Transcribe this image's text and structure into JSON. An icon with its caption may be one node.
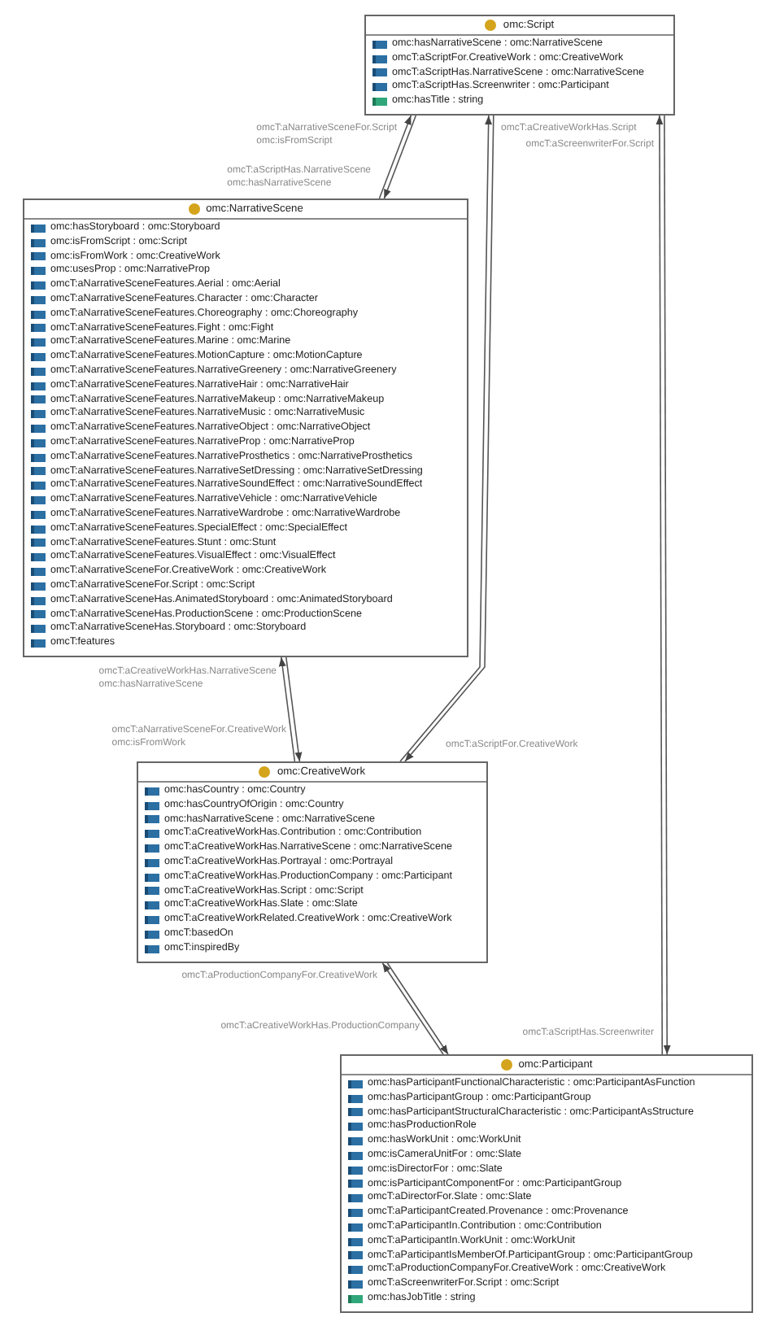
{
  "diagram": {
    "nodes": [
      {
        "text": [
          "omc:Script",
          "omc:hasNarrativeScene : omc:NarrativeScene",
          "omcT:aScriptFor.CreativeWork : omc:CreativeWork",
          "omcT:aScriptHas.NarrativeScene : omc:NarrativeScene",
          "omcT:aScriptHas.Screenwriter : omc:Participant",
          "omc:hasTitle : string"
        ]
      },
      {
        "text": [
          "omc:NarrativeScene",
          "omc:hasStoryboard : omc:Storyboard",
          "omc:isFromScript : omc:Script",
          "omc:isFromWork : omc:CreativeWork",
          "omc:usesProp : omc:NarrativeProp",
          "omcT:aNarrativeSceneFeatures.Aerial : omc:Aerial",
          "omcT:aNarrativeSceneFeatures.Character : omc:Character",
          "omcT:aNarrativeSceneFeatures.Choreography : omc:Choreography",
          "omcT:aNarrativeSceneFeatures.Fight : omc:Fight",
          "omcT:aNarrativeSceneFeatures.Marine : omc:Marine",
          "omcT:aNarrativeSceneFeatures.MotionCapture : omc:MotionCapture",
          "omcT:aNarrativeSceneFeatures.NarrativeGreenery : omc:NarrativeGreenery",
          "omcT:aNarrativeSceneFeatures.NarrativeHair : omc:NarrativeHair",
          "omcT:aNarrativeSceneFeatures.NarrativeMakeup : omc:NarrativeMakeup",
          "omcT:aNarrativeSceneFeatures.NarrativeMusic : omc:NarrativeMusic",
          "omcT:aNarrativeSceneFeatures.NarrativeObject : omc:NarrativeObject",
          "omcT:aNarrativeSceneFeatures.NarrativeProp : omc:NarrativeProp",
          "omcT:aNarrativeSceneFeatures.NarrativeProsthetics : omc:NarrativeProsthetics",
          "omcT:aNarrativeSceneFeatures.NarrativeSetDressing : omc:NarrativeSetDressing",
          "omcT:aNarrativeSceneFeatures.NarrativeSoundEffect : omc:NarrativeSoundEffect",
          "omcT:aNarrativeSceneFeatures.NarrativeVehicle : omc:NarrativeVehicle",
          "omcT:aNarrativeSceneFeatures.NarrativeWardrobe : omc:NarrativeWardrobe",
          "omcT:aNarrativeSceneFeatures.SpecialEffect : omc:SpecialEffect",
          "omcT:aNarrativeSceneFeatures.Stunt : omc:Stunt",
          "omcT:aNarrativeSceneFeatures.VisualEffect : omc:VisualEffect",
          "omcT:aNarrativeSceneFor.CreativeWork : omc:CreativeWork",
          "omcT:aNarrativeSceneFor.Script : omc:Script",
          "omcT:aNarrativeSceneHas.AnimatedStoryboard : omc:AnimatedStoryboard",
          "omcT:aNarrativeSceneHas.ProductionScene : omc:ProductionScene",
          "omcT:aNarrativeSceneHas.Storyboard : omc:Storyboard",
          "omcT:features"
        ]
      },
      {
        "text": [
          "omc:CreativeWork",
          "omc:hasCountry : omc:Country",
          "omc:hasCountryOfOrigin : omc:Country",
          "omc:hasNarrativeScene : omc:NarrativeScene",
          "omcT:aCreativeWorkHas.Contribution : omc:Contribution",
          "omcT:aCreativeWorkHas.NarrativeScene : omc:NarrativeScene",
          "omcT:aCreativeWorkHas.Portrayal : omc:Portrayal",
          "omcT:aCreativeWorkHas.ProductionCompany : omc:Participant",
          "omcT:aCreativeWorkHas.Script : omc:Script",
          "omcT:aCreativeWorkHas.Slate : omc:Slate",
          "omcT:aCreativeWorkRelated.CreativeWork : omc:CreativeWork",
          "omcT:basedOn",
          "omcT:inspiredBy"
        ]
      },
      {
        "text": [
          "omc:Participant",
          "omc:hasParticipantFunctionalCharacteristic : omc:ParticipantAsFunction",
          "omc:hasParticipantGroup : omc:ParticipantGroup",
          "omc:hasParticipantStructuralCharacteristic : omc:ParticipantAsStructure",
          "omc:hasProductionRole",
          "omc:hasWorkUnit : omc:WorkUnit",
          "omc:isCameraUnitFor : omc:Slate",
          "omc:isDirectorFor : omc:Slate",
          "omc:isParticipantComponentFor : omc:ParticipantGroup",
          "omcT:aDirectorFor.Slate : omc:Slate",
          "omcT:aParticipantCreated.Provenance : omc:Provenance",
          "omcT:aParticipantIn.Contribution : omc:Contribution",
          "omcT:aParticipantIn.WorkUnit : omc:WorkUnit",
          "omcT:aParticipantIsMemberOf.ParticipantGroup : omc:ParticipantGroup",
          "omcT:aProductionCompanyFor.CreativeWork : omc:CreativeWork",
          "omcT:aScreenwriterFor.Script : omc:Script",
          "omc:hasJobTitle : string"
        ]
      }
    ],
    "edges": [
      {
        "from": 1,
        "to": 0,
        "arrow": "to",
        "label": "omcT:aNarrativeSceneFor.Script omc:isFromScript"
      },
      {
        "from": 0,
        "to": 1,
        "arrow": "to",
        "label": "omcT:aScriptHas.NarrativeScene omc:hasNarrativeScene"
      },
      {
        "from": 2,
        "to": 0,
        "arrow": "to",
        "label": "omcT:aCreativeWorkHas.Script"
      },
      {
        "from": 3,
        "to": 0,
        "arrow": "to",
        "label": "omcT:aScreenwriterFor.Script"
      },
      {
        "from": 2,
        "to": 1,
        "arrow": "to",
        "label": "omcT:aCreativeWorkHas.NarrativeScene omc:hasNarrativeScene"
      },
      {
        "from": 1,
        "to": 2,
        "arrow": "to",
        "label": "omcT:aNarrativeSceneFor.CreativeWork omc:isFromWork"
      },
      {
        "from": 0,
        "to": 2,
        "arrow": "to",
        "label": "omcT:aScriptFor.CreativeWork"
      },
      {
        "from": 3,
        "to": 2,
        "arrow": "to",
        "label": "omcT:aProductionCompanyFor.CreativeWork"
      },
      {
        "from": 2,
        "to": 3,
        "arrow": "to",
        "label": "omcT:aCreativeWorkHas.ProductionCompany"
      },
      {
        "from": 0,
        "to": 3,
        "arrow": "to",
        "label": "omcT:aScriptHas.Screenwriter"
      }
    ]
  }
}
